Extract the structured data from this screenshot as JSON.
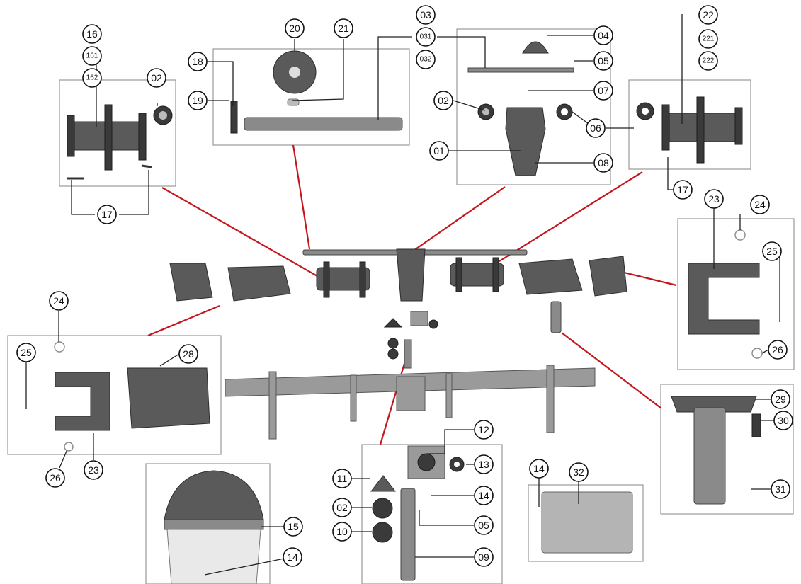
{
  "callouts": [
    {
      "id": "c01",
      "label": "01"
    },
    {
      "id": "c02a",
      "label": "02"
    },
    {
      "id": "c02b",
      "label": "02"
    },
    {
      "id": "c02c",
      "label": "02"
    },
    {
      "id": "c03",
      "label": "03"
    },
    {
      "id": "c031",
      "label": "031"
    },
    {
      "id": "c032",
      "label": "032"
    },
    {
      "id": "c04",
      "label": "04"
    },
    {
      "id": "c05a",
      "label": "05"
    },
    {
      "id": "c05b",
      "label": "05"
    },
    {
      "id": "c06",
      "label": "06"
    },
    {
      "id": "c07",
      "label": "07"
    },
    {
      "id": "c08",
      "label": "08"
    },
    {
      "id": "c09",
      "label": "09"
    },
    {
      "id": "c10",
      "label": "10"
    },
    {
      "id": "c11",
      "label": "11"
    },
    {
      "id": "c12",
      "label": "12"
    },
    {
      "id": "c13",
      "label": "13"
    },
    {
      "id": "c14a",
      "label": "14"
    },
    {
      "id": "c14b",
      "label": "14"
    },
    {
      "id": "c14c",
      "label": "14"
    },
    {
      "id": "c15",
      "label": "15"
    },
    {
      "id": "c16",
      "label": "16"
    },
    {
      "id": "c161",
      "label": "161"
    },
    {
      "id": "c162",
      "label": "162"
    },
    {
      "id": "c17a",
      "label": "17"
    },
    {
      "id": "c17b",
      "label": "17"
    },
    {
      "id": "c18",
      "label": "18"
    },
    {
      "id": "c19",
      "label": "19"
    },
    {
      "id": "c20",
      "label": "20"
    },
    {
      "id": "c21",
      "label": "21"
    },
    {
      "id": "c22",
      "label": "22"
    },
    {
      "id": "c221",
      "label": "221"
    },
    {
      "id": "c222",
      "label": "222"
    },
    {
      "id": "c23a",
      "label": "23"
    },
    {
      "id": "c23b",
      "label": "23"
    },
    {
      "id": "c24a",
      "label": "24"
    },
    {
      "id": "c24b",
      "label": "24"
    },
    {
      "id": "c25a",
      "label": "25"
    },
    {
      "id": "c25b",
      "label": "25"
    },
    {
      "id": "c26a",
      "label": "26"
    },
    {
      "id": "c26b",
      "label": "26"
    },
    {
      "id": "c28",
      "label": "28"
    },
    {
      "id": "c29",
      "label": "29"
    },
    {
      "id": "c30",
      "label": "30"
    },
    {
      "id": "c31",
      "label": "31"
    },
    {
      "id": "c32",
      "label": "32"
    }
  ],
  "colors": {
    "leader_red": "#c4161c",
    "box_border": "#9a9a9a",
    "part_metal": "#5a5a5a"
  }
}
